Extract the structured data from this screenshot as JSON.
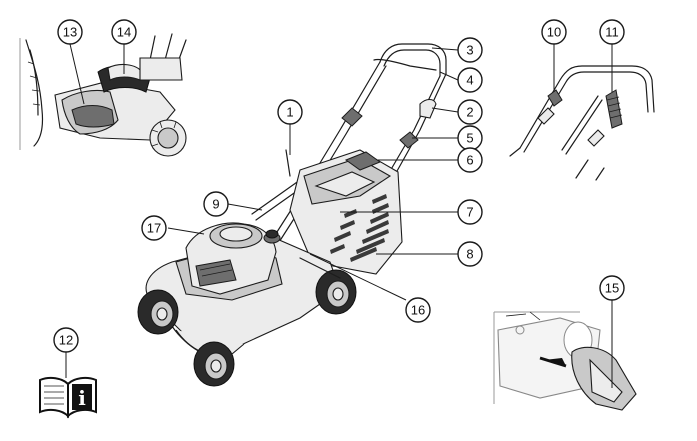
{
  "callouts": [
    {
      "id": "c1",
      "label": "1"
    },
    {
      "id": "c2",
      "label": "2"
    },
    {
      "id": "c3",
      "label": "3"
    },
    {
      "id": "c4",
      "label": "4"
    },
    {
      "id": "c5",
      "label": "5"
    },
    {
      "id": "c6",
      "label": "6"
    },
    {
      "id": "c7",
      "label": "7"
    },
    {
      "id": "c8",
      "label": "8"
    },
    {
      "id": "c9",
      "label": "9"
    },
    {
      "id": "c10",
      "label": "10"
    },
    {
      "id": "c11",
      "label": "11"
    },
    {
      "id": "c12",
      "label": "12"
    },
    {
      "id": "c13",
      "label": "13"
    },
    {
      "id": "c14",
      "label": "14"
    },
    {
      "id": "c15",
      "label": "15"
    },
    {
      "id": "c16",
      "label": "16"
    },
    {
      "id": "c17",
      "label": "17"
    }
  ],
  "manual_icon": {
    "glyph": "i"
  }
}
